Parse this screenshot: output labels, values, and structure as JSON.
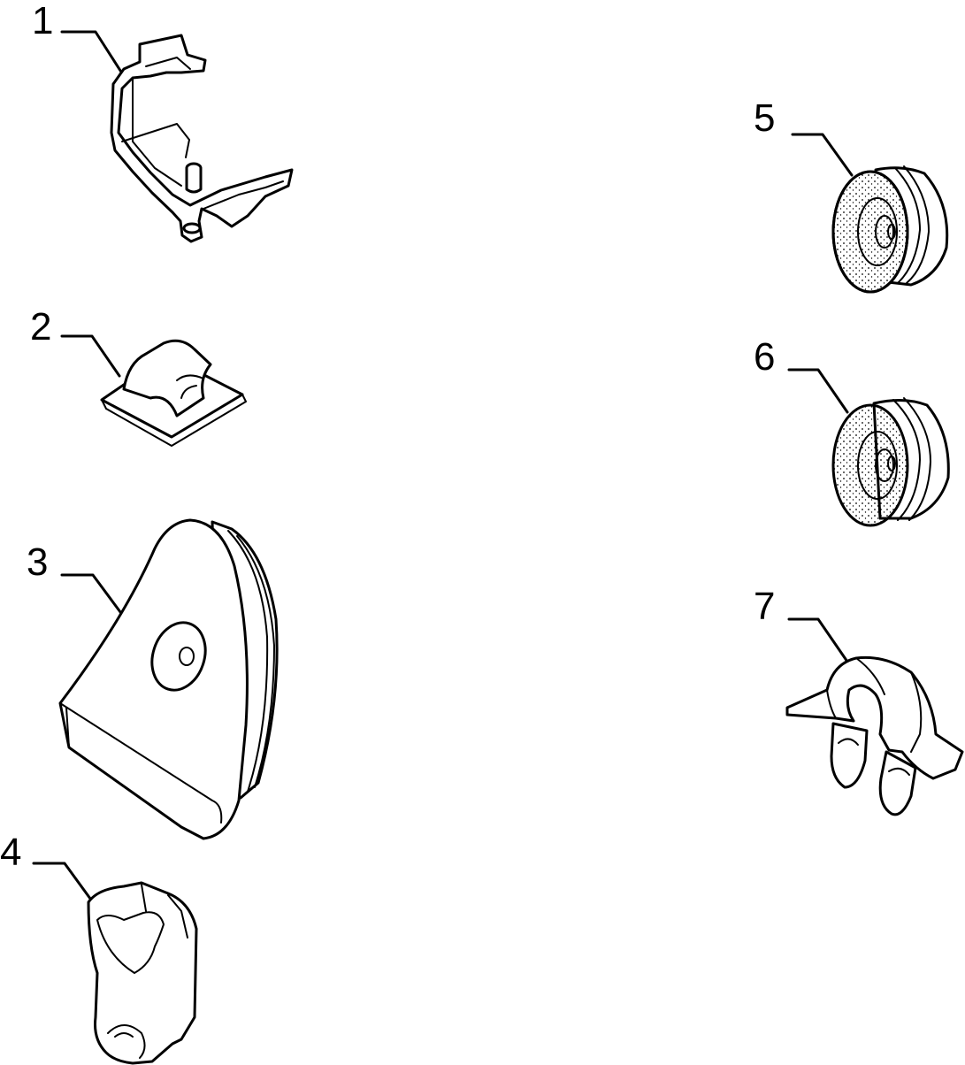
{
  "diagram": {
    "parts": [
      {
        "id": "1",
        "label": "1",
        "icon": "bracket-clip-icon"
      },
      {
        "id": "2",
        "label": "2",
        "icon": "adhesive-clip-icon"
      },
      {
        "id": "3",
        "label": "3",
        "icon": "rubber-cover-icon"
      },
      {
        "id": "4",
        "label": "4",
        "icon": "double-clamp-icon"
      },
      {
        "id": "5",
        "label": "5",
        "icon": "grommet-icon"
      },
      {
        "id": "6",
        "label": "6",
        "icon": "grommet-icon"
      },
      {
        "id": "7",
        "label": "7",
        "icon": "pipe-clip-icon"
      }
    ],
    "colors": {
      "line": "#000000",
      "background": "#ffffff"
    }
  }
}
